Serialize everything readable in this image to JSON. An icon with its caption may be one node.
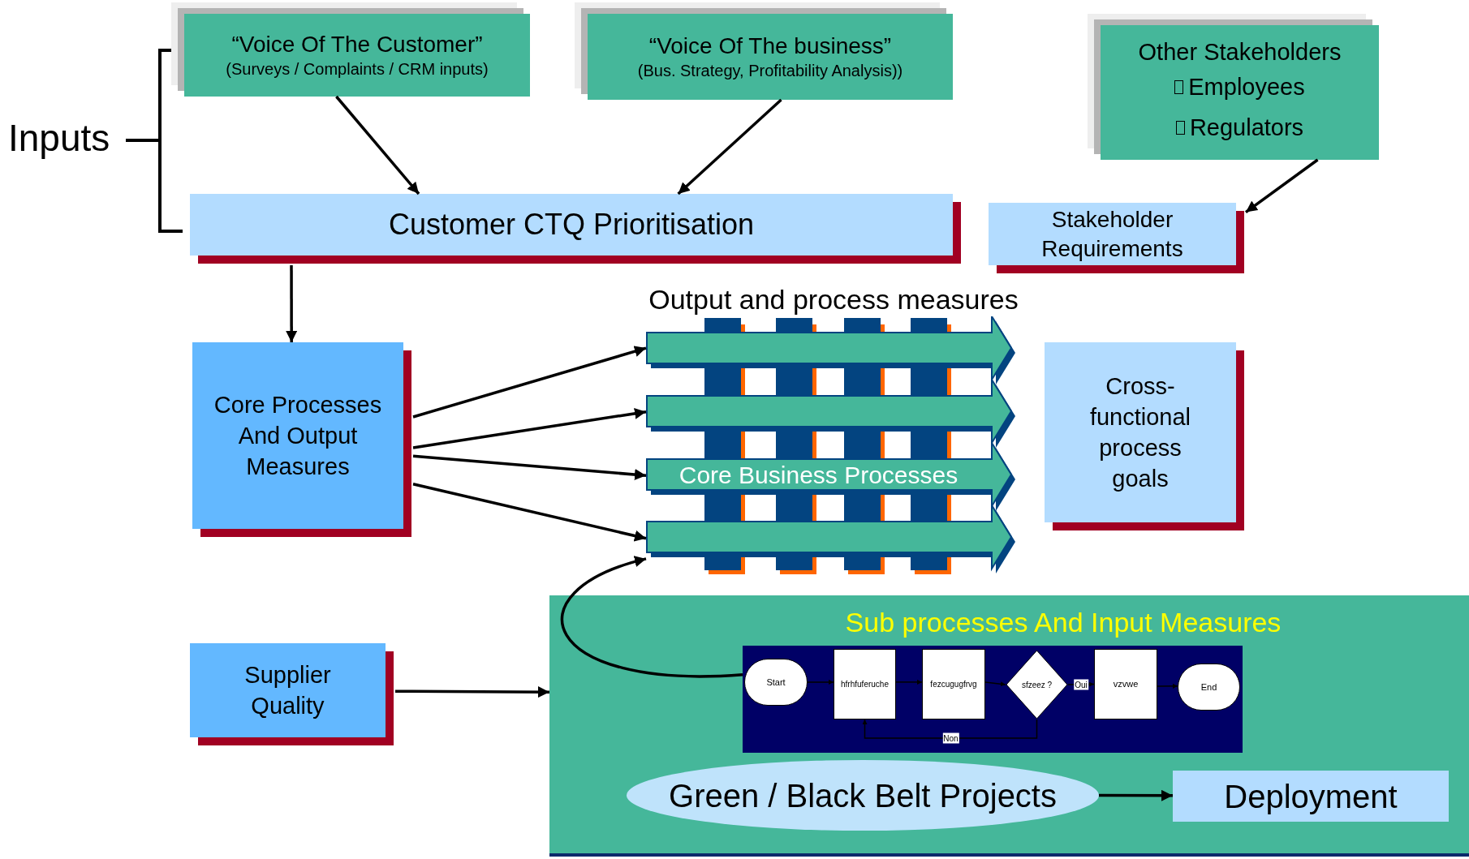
{
  "diagram": {
    "nodes": [
      {
        "text": [
          "“Voice Of The Customer”",
          "(Surveys / Complaints / CRM inputs)"
        ]
      },
      {
        "text": [
          "“Voice Of The business”",
          "(Bus. Strategy, Profitability Analysis))"
        ]
      },
      {
        "text": [
          "Other Stakeholders",
          "Employees",
          "Regulators"
        ]
      },
      {
        "text": [
          "Customer CTQ Prioritisation"
        ]
      },
      {
        "text": [
          "Stakeholder Requirements"
        ]
      },
      {
        "text": [
          "Core Processes And Output Measures"
        ]
      },
      {
        "text": [
          "Core Business Processes"
        ]
      },
      {
        "text": [
          "Cross-functional process goals"
        ]
      },
      {
        "text": [
          "Supplier Quality"
        ]
      },
      {
        "text": [
          "Sub processes And Input Measures"
        ]
      },
      {
        "text": [],
        "shape": "box",
        "in": 9
      },
      {
        "text": [
          "Start"
        ],
        "in": 10
      },
      {
        "text": [
          "hfrhfuferuche"
        ],
        "in": 10
      },
      {
        "text": [
          "fezcugugfrvg"
        ],
        "in": 10
      },
      {
        "text": [
          "sfzeez ?"
        ],
        "in": 10
      },
      {
        "text": [
          "vzvwe"
        ],
        "in": 10
      },
      {
        "text": [
          "End"
        ],
        "in": 10
      },
      {
        "text": [
          "Green / Black Belt Projects"
        ],
        "in": 9
      },
      {
        "text": [
          "Deployment"
        ],
        "in": 9
      }
    ],
    "edges": [
      {
        "from": 0,
        "to": 3,
        "arrow": "to"
      },
      {
        "from": 1,
        "to": 3,
        "arrow": "to"
      },
      {
        "from": 2,
        "to": 4,
        "arrow": "to"
      },
      {
        "from": 3,
        "to": 5,
        "arrow": "to"
      },
      {
        "from": 5,
        "to": 6,
        "arrow": "to"
      },
      {
        "from": 5,
        "to": 6,
        "arrow": "to"
      },
      {
        "from": 5,
        "to": 6,
        "arrow": "to"
      },
      {
        "from": 5,
        "to": 6,
        "arrow": "to"
      },
      {
        "from": 10,
        "to": 6,
        "arrow": "to"
      },
      {
        "from": 8,
        "to": 9,
        "arrow": "to"
      },
      {
        "from": 17,
        "to": 18,
        "arrow": "to"
      },
      {
        "from": 11,
        "to": 12,
        "arrow": "to"
      },
      {
        "from": 12,
        "to": 13,
        "arrow": "to"
      },
      {
        "from": 13,
        "to": 14,
        "arrow": "to"
      },
      {
        "from": 14,
        "to": 15,
        "arrow": "to",
        "label": "Oui"
      },
      {
        "from": 15,
        "to": 16,
        "arrow": "to"
      },
      {
        "from": 14,
        "to": 12,
        "arrow": "to",
        "label": "Non"
      }
    ],
    "labels": [
      "Inputs",
      "Output and process measures"
    ]
  }
}
